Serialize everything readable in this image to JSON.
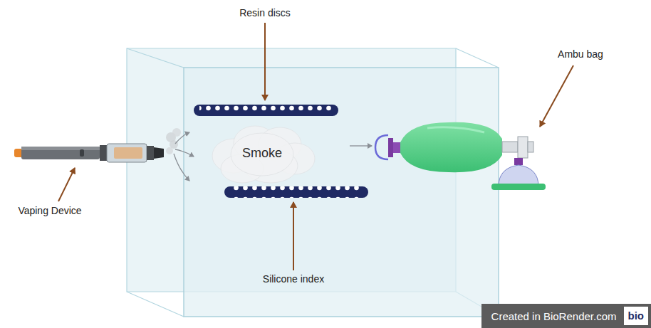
{
  "diagram": {
    "nodes": [
      {
        "text": [
          "Smoke"
        ]
      },
      {
        "text": [
          "Created in BioRender.com",
          "bio"
        ]
      }
    ],
    "labels": [
      "Resin discs",
      "Silicone index",
      "Vaping Device",
      "Ambu bag"
    ]
  }
}
